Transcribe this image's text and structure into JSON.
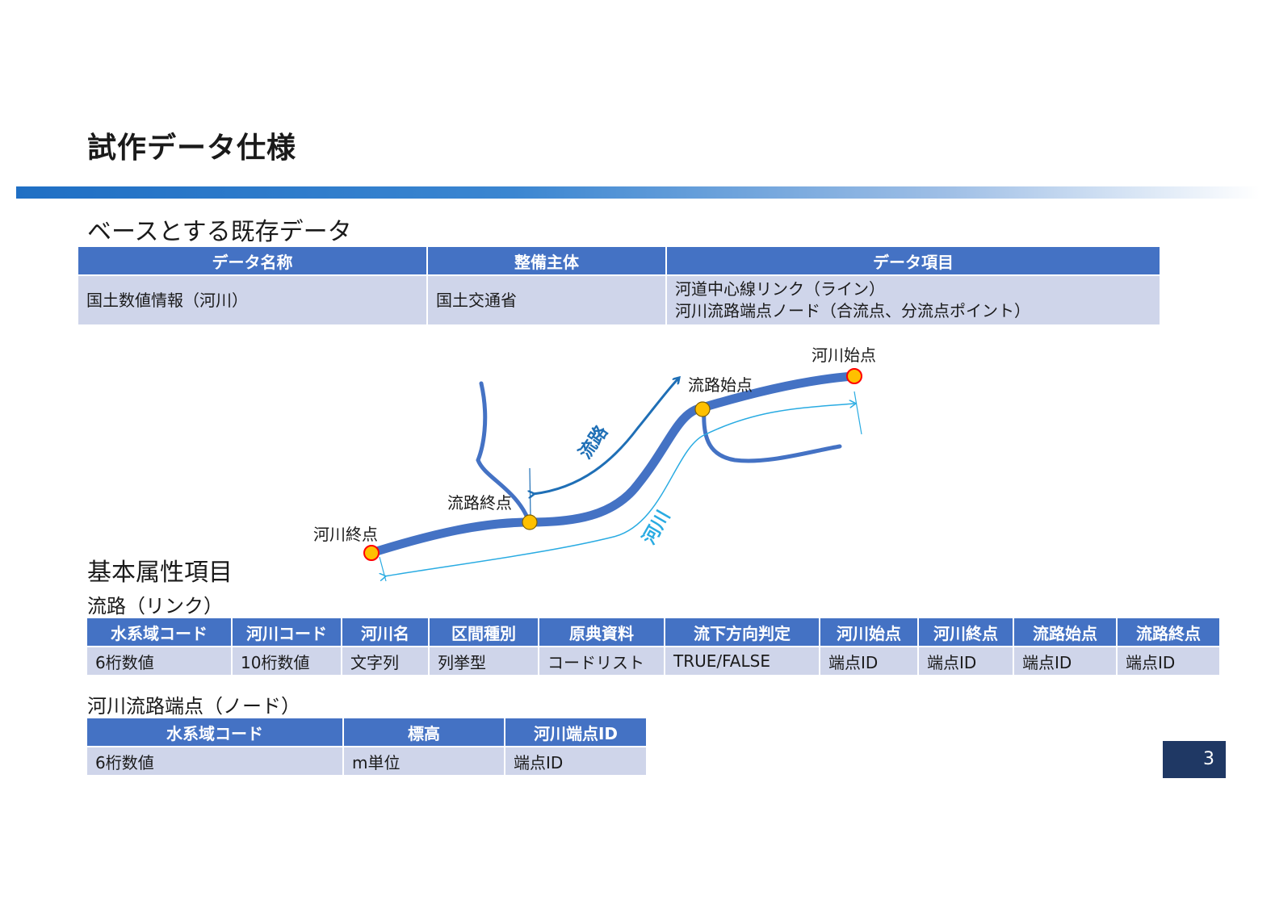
{
  "title": "試作データ仕様",
  "section_base": "ベースとする既存データ",
  "base_table": {
    "headers": [
      "データ名称",
      "整備主体",
      "データ項目"
    ],
    "row": {
      "name": "国土数値情報（河川）",
      "owner": "国土交通省",
      "items_line1": "河道中心線リンク（ライン）",
      "items_line2": "河川流路端点ノード（合流点、分流点ポイント）"
    }
  },
  "diagram": {
    "label_river_start": "河川始点",
    "label_route_start": "流路始点",
    "label_route_end": "流路終点",
    "label_river_end": "河川終点",
    "label_route": "流路",
    "label_river": "河川",
    "colors": {
      "river": "#4472c4",
      "route_arrow": "#1f6fb6",
      "river_arrow": "#29abe2",
      "node_fill": "#ffc000",
      "end_fill": "#ffc000",
      "end_stroke": "#ff0000"
    }
  },
  "section_attr": "基本属性項目",
  "link_caption": "流路（リンク）",
  "link_table": {
    "headers": [
      "水系域コード",
      "河川コード",
      "河川名",
      "区間種別",
      "原典資料",
      "流下方向判定",
      "河川始点",
      "河川終点",
      "流路始点",
      "流路終点"
    ],
    "values": [
      "6桁数値",
      "10桁数値",
      "文字列",
      "列挙型",
      "コードリスト",
      "TRUE/FALSE",
      "端点ID",
      "端点ID",
      "端点ID",
      "端点ID"
    ]
  },
  "node_caption": "河川流路端点（ノード）",
  "node_table": {
    "headers": [
      "水系域コード",
      "標高",
      "河川端点ID"
    ],
    "values": [
      "6桁数値",
      "m単位",
      "端点ID"
    ]
  },
  "page_number": "3"
}
